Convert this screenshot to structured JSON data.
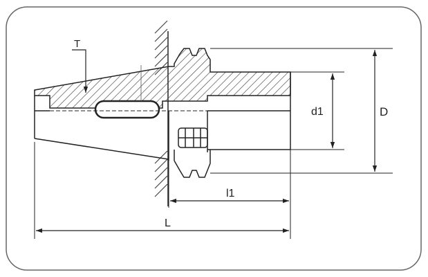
{
  "labels": {
    "thread": "T",
    "bore_diameter": "d1",
    "outer_diameter": "D",
    "gauge_length": "l1",
    "total_length": "L"
  },
  "colors": {
    "line": "#222222",
    "hatch": "#444444",
    "frame": "#666666",
    "background": "#ffffff"
  }
}
